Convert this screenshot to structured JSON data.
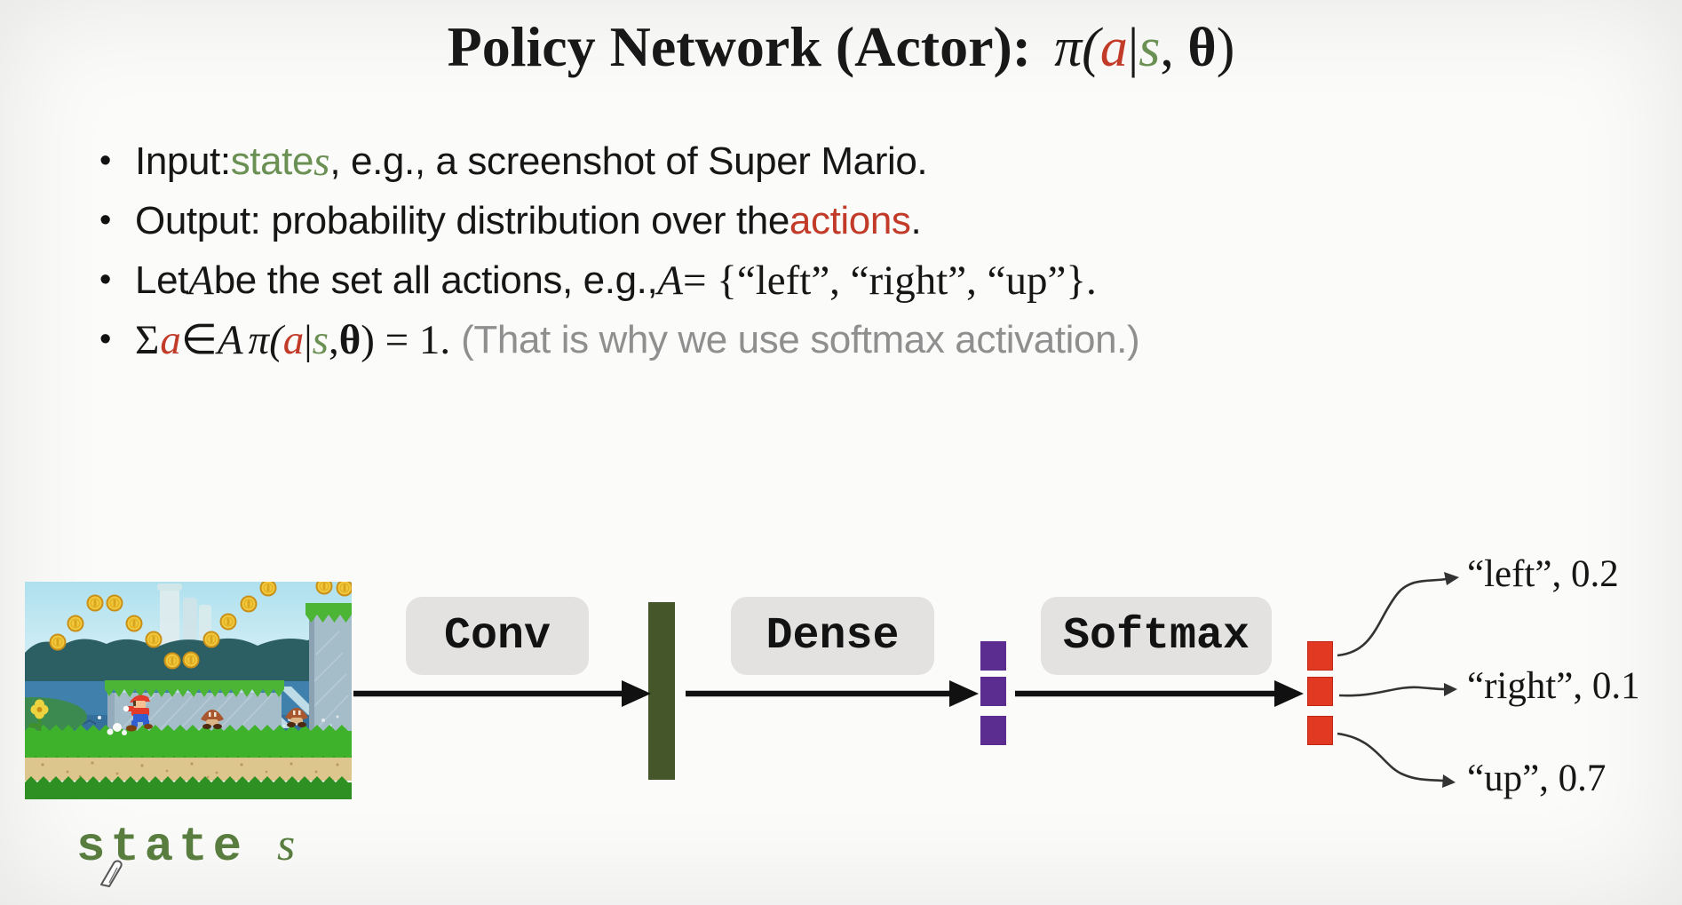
{
  "colors": {
    "accent_red": "#c23a28",
    "accent_green": "#6a9153",
    "gray_note": "#8f8f8f",
    "chip_bg": "#e3e2e0",
    "bar_green": "#45562b",
    "vec_purple": "#5c2d91",
    "vec_red": "#e23a22",
    "arrow_black": "#111111",
    "curve_gray": "#333333",
    "state_green": "#587d3e"
  },
  "title": {
    "main": "Policy Network (Actor):",
    "pi": "π(",
    "a": "a",
    "bar": "|",
    "s": "s",
    "comma": ", ",
    "theta": "θ",
    "close": ")"
  },
  "bullet_char": "•",
  "bullets": {
    "b1": {
      "s1": "Input: ",
      "green": "state ",
      "sym": "s",
      "s2": ", e.g., a screenshot of Super Mario."
    },
    "b2": {
      "s1": "Output: probability distribution over the ",
      "red": "actions",
      "s2": "."
    },
    "b3": {
      "s1": "Let ",
      "A1": "A",
      "s2": " be the set all actions, e.g., ",
      "A2": "A",
      "s3": " = {“left”, “right”, “up”}."
    },
    "b4": {
      "sigma": "Σ",
      "sub_a": "a",
      "sub_in": "∈",
      "sub_A": "A",
      "pi": "π(",
      "a": "a",
      "bar": "|",
      "s": "s",
      "comma": ", ",
      "theta": "θ",
      "close": ") = 1.",
      "note": "(That is why we use softmax activation.)"
    }
  },
  "diagram": {
    "state_word": "state",
    "state_sym": "s",
    "conv_label": "Conv",
    "dense_label": "Dense",
    "softmax_label": "Softmax",
    "outputs": [
      {
        "action": "left",
        "prob": "0.2",
        "label": "“left”, 0.2"
      },
      {
        "action": "right",
        "prob": "0.1",
        "label": "“right”, 0.1"
      },
      {
        "action": "up",
        "prob": "0.7",
        "label": "“up”, 0.7"
      }
    ]
  }
}
